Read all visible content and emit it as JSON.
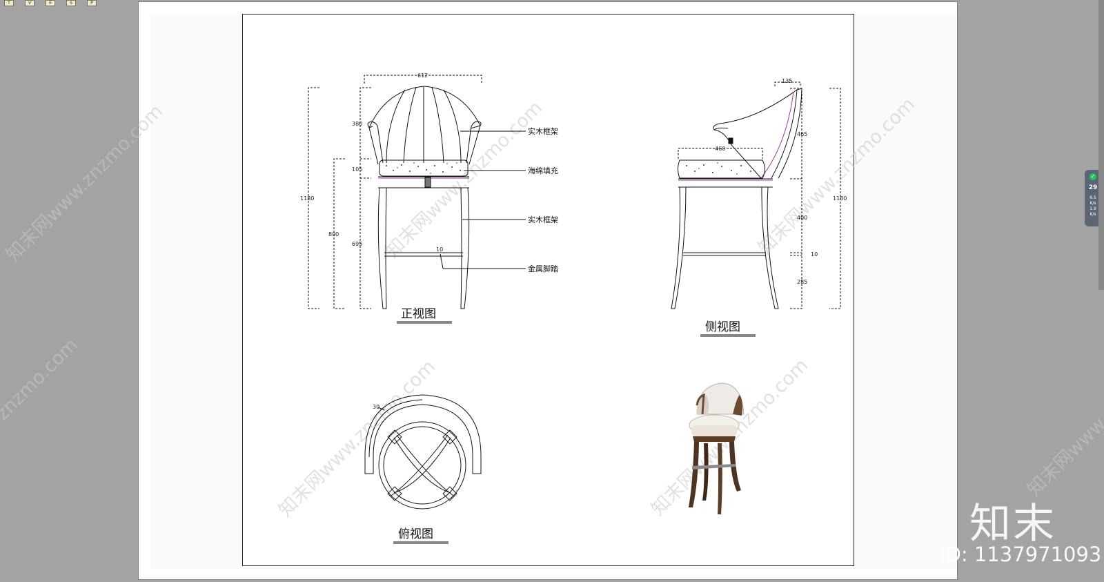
{
  "toolbar": {
    "tools": [
      "T",
      "V",
      "E",
      "S",
      "P"
    ]
  },
  "views": {
    "front_title": "正视图",
    "side_title": "侧视图",
    "top_title": "俯视图"
  },
  "callouts": {
    "frame_upper": "实木框架",
    "sponge": "海绵填充",
    "frame_lower": "实木框架",
    "footrest": "金属脚踏"
  },
  "front_dims": {
    "width": "612",
    "back": "380",
    "seat": "105",
    "leg": "695",
    "seat_height": "800",
    "total": "1180",
    "bar": "10"
  },
  "side_dims": {
    "top": "135",
    "depth": "460",
    "back": "465",
    "leg": "400",
    "bar": "10",
    "bottom": "285",
    "total": "1180"
  },
  "top_dims": {
    "arm": "30"
  },
  "watermarks": {
    "main": "知末网www.znzmo.com",
    "short": "znzmo.com"
  },
  "brand": {
    "logo": "知末",
    "id": "ID: 1137971093"
  },
  "side_widget": {
    "value": "29",
    "up": "6.5",
    "down": "1.9",
    "unit": "K/s"
  }
}
